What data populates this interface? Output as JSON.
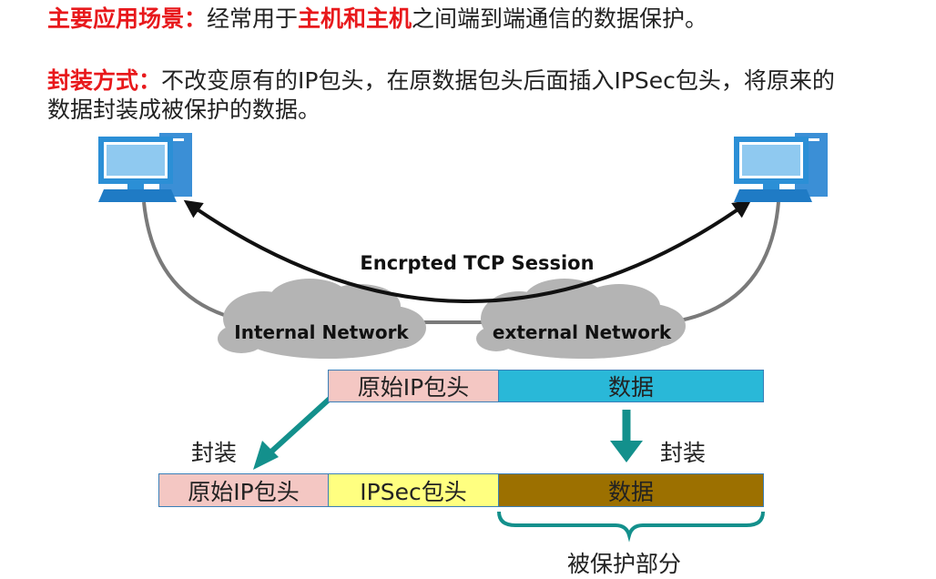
{
  "text": {
    "scenario_label": "主要应用场景：",
    "scenario_pre": "经常用于",
    "scenario_hosts": "主机和主机",
    "scenario_post": "之间端到端通信的数据保护。",
    "encap_label": "封装方式：",
    "encap_line1": "不改变原有的IP包头，在原数据包头后面插入IPSec包头，将原来的",
    "encap_line2": "数据封装成被保护的数据。"
  },
  "network": {
    "session_label": "Encrpted TCP Session",
    "internal_label": "Internal Network",
    "external_label": "external Network"
  },
  "packet_before": {
    "ip_header": "原始IP包头",
    "data": "数据"
  },
  "packet_after": {
    "ip_header": "原始IP包头",
    "ipsec_header": "IPSec包头",
    "data": "数据"
  },
  "labels": {
    "encap_left": "封装",
    "encap_right": "封装",
    "protected": "被保护部分"
  },
  "colors": {
    "emphasis": "#e8191c",
    "ip_header": "#f4c7c3",
    "data_plain": "#29b8d8",
    "ipsec": "#ffff80",
    "data_encrypted": "#9c7000",
    "teal": "#13908c",
    "computer": "#2b8fd6"
  }
}
